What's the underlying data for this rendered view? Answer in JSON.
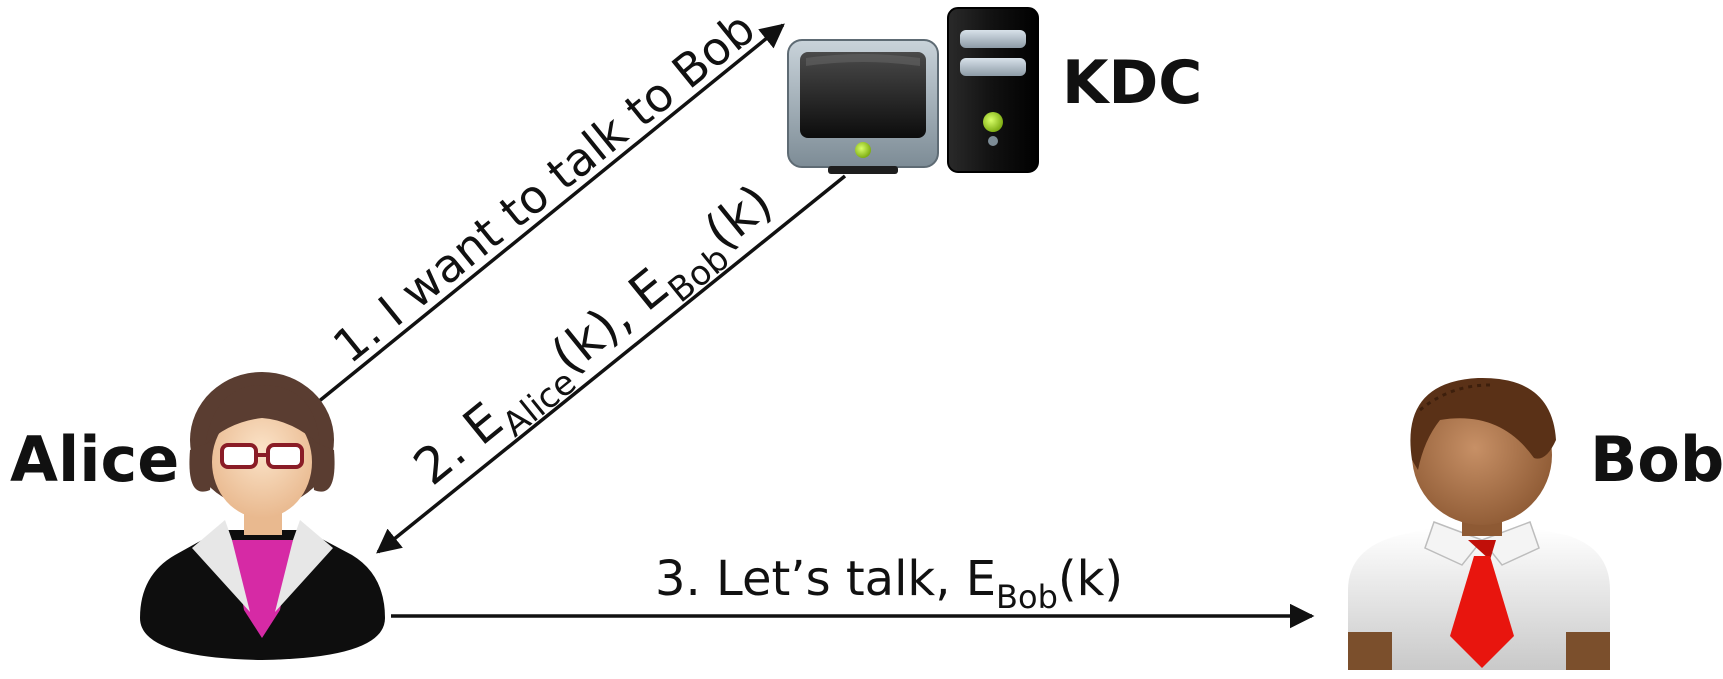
{
  "actors": {
    "alice": {
      "label": "Alice",
      "icon": "woman-user-icon"
    },
    "bob": {
      "label": "Bob",
      "icon": "man-user-icon"
    },
    "kdc": {
      "label": "KDC",
      "icon": "computer-server-icon"
    }
  },
  "messages": {
    "m1": {
      "text": "1. I want to talk to Bob"
    },
    "m2": {
      "prefix": "2. E",
      "sub1": "Alice",
      "mid": "(k), E",
      "sub2": "Bob",
      "suffix": "(k)"
    },
    "m3": {
      "prefix": "3. Let’s talk, E",
      "sub": "Bob",
      "suffix": "(k)"
    }
  },
  "colors": {
    "arrow": "#111111",
    "accent_led": "#9ccc1e",
    "tie": "#e8150e",
    "alice_shirt": "#d62aa5"
  }
}
